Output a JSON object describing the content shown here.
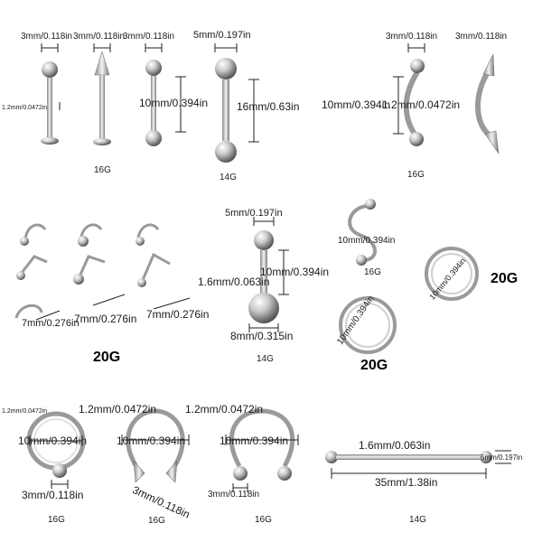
{
  "row1": {
    "labret_ball": "3mm/0.118in",
    "labret_spike": "3mm/0.118in",
    "labret_shaft": "1.2mm/0.0472in",
    "barbell_top": "3mm/0.118in",
    "barbell_len": "10mm/0.394in",
    "industrial_ball": "5mm/0.197in",
    "industrial_len": "16mm/0.63in",
    "gauge_16": "16G",
    "gauge_14": "14G",
    "curve_ball": "3mm/0.118in",
    "curve_len": "10mm/0.394in",
    "curve_shaft": "1.2mm/0.0472in",
    "curve_spike": "3mm/0.118in",
    "gauge_curve": "16G"
  },
  "row2": {
    "nose_a": "7mm/0.276in",
    "nose_b": "7mm/0.276in",
    "nose_c": "7mm/0.276in",
    "gauge_nose": "20G",
    "belly_ball": "5mm/0.197in",
    "belly_len": "10mm/0.394in",
    "belly_shaft": "1.6mm/0.063in",
    "belly_bottom": "8mm/0.315in",
    "gauge_belly": "14G",
    "spiral_len": "10mm/0.394in",
    "gauge_spiral": "16G",
    "ring_left": "10mm/0.394in",
    "gauge_ring_left": "20G",
    "ring_right": "10mm/0.394in",
    "gauge_ring_right": "20G"
  },
  "row3": {
    "captive_shaft": "1.2mm/0.0472in",
    "captive_dia": "10mm/0.394in",
    "captive_ball": "3mm/0.118in",
    "gauge_captive": "16G",
    "spike_shaft": "1.2mm/0.0472in",
    "spike_dia": "10mm/0.394in",
    "spike_ball": "3mm/0.118in",
    "gauge_spike": "16G",
    "horse_shaft": "1.2mm/0.0472in",
    "horse_dia": "10mm/0.394in",
    "horse_ball": "3mm/0.118in",
    "gauge_horse": "16G",
    "long_shaft": "1.6mm/0.063in",
    "long_ball": "5mm/0.197in",
    "long_len": "35mm/1.38in",
    "gauge_long": "14G"
  },
  "colors": {
    "metal_light": "#f4f4f4",
    "metal_mid": "#b8b8b8",
    "metal_dark": "#6a6a6a",
    "line": "#222222"
  }
}
